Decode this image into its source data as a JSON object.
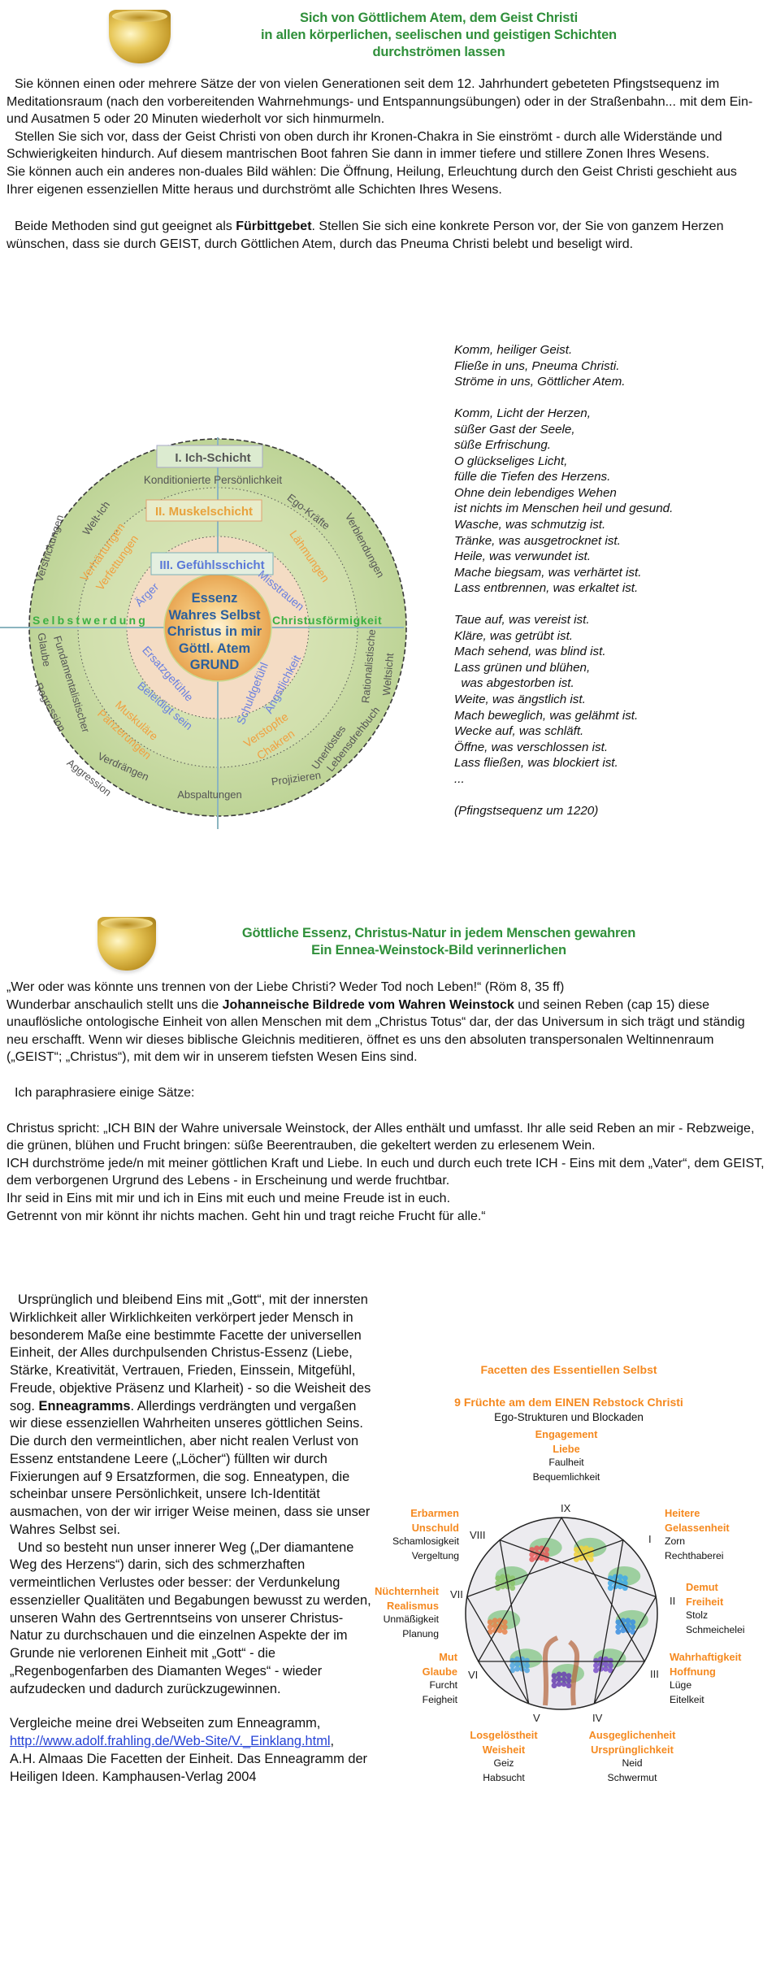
{
  "section1": {
    "title_lines": [
      "Sich von Göttlichem Atem, dem Geist Christi",
      "in allen körperlichen, seelischen und geistigen Schichten",
      "durchströmen lassen"
    ],
    "p1": "Sie können einen oder mehrere Sätze der von vielen Generationen seit dem 12. Jahrhundert gebeteten Pfingstsequenz im Meditationsraum (nach den vorbereitenden Wahrnehmungs- und Entspannungsübungen) oder in der Straßenbahn...  mit dem Ein- und Ausatmen 5 oder 20 Minuten wiederholt vor sich hinmurmeln.",
    "p2": "Stellen Sie sich vor, dass der Geist Christi von oben durch ihr Kronen-Chakra in Sie einströmt  - durch alle Widerstände und Schwierigkeiten hindurch. Auf diesem mantrischen Boot fahren Sie dann in immer tiefere und stillere Zonen Ihres Wesens.",
    "p3": "Sie können auch ein anderes non-duales Bild wählen: Die Öffnung, Heilung, Erleuchtung durch den Geist Christi geschieht aus Ihrer eigenen essenziellen Mitte heraus und durchströmt alle Schichten Ihres Wesens.",
    "p4": {
      "before": "Beide Methoden sind gut geeignet als ",
      "bold": "Fürbittgebet",
      "after": ". Stellen Sie sich eine konkrete Person vor, der Sie von ganzem Herzen wünschen, dass sie durch GEIST, durch Göttlichen Atem, durch das Pneuma Christi belebt und beseligt wird."
    }
  },
  "diagram": {
    "layer1": "I. Ich-Schicht",
    "layer1_sub": "Konditionierte Persönlichkeit",
    "layer2": "II. Muskelschicht",
    "layer3": "III. Gefühlsschicht",
    "core": [
      "Essenz",
      "Wahres Selbst",
      "Christus in mir",
      "Göttl. Atem",
      "GRUND"
    ],
    "axis_left": "Selbstwerdung",
    "axis_right": "Christusförmigkeit",
    "outer": [
      "Verstrickungen",
      "Welt-Ich",
      "Ego-Kräfte",
      "Verblendungen",
      "Glaube",
      "Fundamentalistischer",
      "Regression",
      "Aggression",
      "Verdrängen",
      "Abspaltungen",
      "Projizieren",
      "Unerlöstes",
      "Lebensdrehbuch",
      "Rationalistische",
      "Weltsicht"
    ],
    "muscle": [
      "Verhärtungen",
      "Verfettungen",
      "Lähmungen",
      "Muskuläre",
      "Panzerungen",
      "Verstopfte",
      "Chakren"
    ],
    "feeling": [
      "Ärger",
      "Misstrauen",
      "Ersatzgefühle",
      "Beleidigt sein",
      "Schuldgefühl",
      "Ängstlichkeit"
    ],
    "colors": {
      "green": "#3cb043",
      "orange": "#f0a040",
      "blue": "#6a80e0",
      "core": "#2a5f9e"
    }
  },
  "poem": {
    "lines": [
      "Komm, heiliger Geist.",
      "Fließe in uns, Pneuma Christi.",
      "Ströme in uns, Göttlicher Atem.",
      "",
      "Komm, Licht der Herzen,",
      "süßer Gast der Seele,",
      "süße Erfrischung.",
      "O glückseliges Licht,",
      "fülle die Tiefen des Herzens.",
      "Ohne dein lebendiges Wehen",
      "ist nichts im Menschen heil und gesund.",
      "Wasche, was schmutzig ist.",
      "Tränke, was ausgetrocknet ist.",
      "Heile, was verwundet ist.",
      "Mache biegsam, was verhärtet ist.",
      "Lass entbrennen, was erkaltet ist.",
      "",
      "Taue auf, was vereist ist.",
      "Kläre, was getrübt ist.",
      "Mach sehend, was blind ist.",
      "Lass grünen und blühen,",
      "  was abgestorben ist.",
      "Weite, was ängstlich ist.",
      "Mach beweglich, was gelähmt ist.",
      "Wecke auf, was schläft.",
      "Öffne, was verschlossen ist.",
      "Lass fließen, was blockiert ist.",
      "...",
      "",
      "(Pfingstsequenz um 1220)"
    ]
  },
  "section2": {
    "title_lines": [
      "Göttliche Essenz, Christus-Natur in jedem Menschen gewahren",
      "Ein Ennea-Weinstock-Bild verinnerlichen"
    ],
    "quote": "„Wer oder was könnte uns trennen von der Liebe Christi? Weder Tod noch Leben!“ (Röm 8, 35 ff)",
    "p1": {
      "before": "Wunderbar anschaulich stellt uns die ",
      "bold": "Johanneische Bildrede vom Wahren Weinstock",
      "after": " und seinen Reben (cap 15) diese unauflösliche ontologische Einheit von allen Menschen mit dem „Christus Totus“ dar, der das Universum in sich trägt und ständig neu erschafft. Wenn wir dieses biblische Gleichnis meditieren, öffnet es uns den absoluten transpersonalen Weltinnenraum („GEIST“; „Christus“), mit dem wir in unserem tiefsten Wesen Eins sind."
    },
    "intro": "Ich paraphrasiere einige Sätze:",
    "christ": [
      "Christus spricht: „ICH BIN der Wahre universale Weinstock, der Alles enthält und umfasst. Ihr alle seid Reben an mir - Rebzweige, die grünen, blühen und Frucht bringen: süße  Beerentrauben, die gekeltert werden zu erlesenem Wein.",
      "ICH durchströme jede/n mit meiner göttlichen Kraft und Liebe. In euch und durch euch trete ICH - Eins mit dem „Vater“, dem GEIST, dem verborgenen Urgrund des Lebens - in Erscheinung und werde fruchtbar.",
      "Ihr seid in Eins mit mir und ich in Eins mit euch und meine Freude ist in euch.",
      "Getrennt von mir könnt ihr nichts machen. Geht hin und tragt reiche Frucht für alle.“"
    ],
    "col_p1": {
      "before": "Ursprünglich und bleibend Eins mit „Gott“, mit der innersten Wirklichkeit aller Wirklichkeiten verkörpert jeder Mensch in besonderem Maße eine bestimmte Facette der universellen Einheit, der Alles durchpulsenden Christus-Essenz (Liebe, Stärke, Kreativität, Vertrauen, Frieden, Einssein, Mitgefühl, Freude, objektive Präsenz und Klarheit) - so die Weisheit des sog. ",
      "bold": "Enneagramms",
      "after": ". Allerdings verdrängten und vergaßen wir diese essenziellen Wahrheiten unseres göttlichen Seins. Die durch den vermeintlichen, aber nicht realen Verlust von Essenz entstandene Leere („Löcher“) füllten wir durch Fixierungen auf 9 Ersatzformen, die sog. Enneatypen, die scheinbar unsere Persönlichkeit, unsere Ich-Identität ausmachen, von der wir irriger Weise meinen, dass sie unser Wahres Selbst sei."
    },
    "col_p2": "Und so besteht nun unser innerer Weg („Der diamantene Weg des Herzens“) darin, sich des schmerzhaften vermeintlichen Verlustes oder besser: der Verdunkelung essenzieller Qualitäten und Begabungen bewusst zu werden, unseren Wahn des Gertrenntseins von unserer Christus-Natur zu durchschauen und die einzelnen Aspekte der im Grunde nie verlorenen Einheit mit „Gott“ - die „Regenbogenfarben des Diamanten Weges“ - wieder aufzudecken und dadurch zurückzugewinnen.",
    "compare": "Vergleiche meine drei Webseiten zum Enneagramm,",
    "link": "http://www.adolf.frahling.de/Web-Site/V._Einklang.html",
    "link_suffix": ",",
    "reference": "A.H. Almaas  Die Facetten der Einheit. Das Enneagramm der Heiligen Ideen. Kamphausen-Verlag 2004"
  },
  "enneagram": {
    "heading": "Facetten des Essentiellen Selbst",
    "subheading": "9 Früchte am dem EINEN Rebstock Christi",
    "subheading2": "Ego-Strukturen und Blockaden",
    "points": [
      {
        "numeral": "IX",
        "virtues": [
          "Engagement",
          "Liebe"
        ],
        "vices": [
          "Faulheit",
          "Bequemlichkeit"
        ]
      },
      {
        "numeral": "I",
        "virtues": [
          "Heitere",
          "Gelassenheit"
        ],
        "vices": [
          "Zorn",
          "Rechthaberei"
        ]
      },
      {
        "numeral": "II",
        "virtues": [
          "Demut",
          "Freiheit"
        ],
        "vices": [
          "Stolz",
          "Schmeichelei"
        ]
      },
      {
        "numeral": "III",
        "virtues": [
          "Wahrhaftigkeit",
          "Hoffnung"
        ],
        "vices": [
          "Lüge",
          "Eitelkeit"
        ]
      },
      {
        "numeral": "IV",
        "virtues": [
          "Ausgeglichenheit",
          "Ursprünglichkeit"
        ],
        "vices": [
          "Neid",
          "Schwermut"
        ]
      },
      {
        "numeral": "V",
        "virtues": [
          "Losgelöstheit",
          "Weisheit"
        ],
        "vices": [
          "Geiz",
          "Habsucht"
        ]
      },
      {
        "numeral": "VI",
        "virtues": [
          "Mut",
          "Glaube"
        ],
        "vices": [
          "Furcht",
          "Feigheit"
        ]
      },
      {
        "numeral": "VII",
        "virtues": [
          "Nüchternheit",
          "Realismus"
        ],
        "vices": [
          "Unmäßigkeit",
          "Planung"
        ]
      },
      {
        "numeral": "VIII",
        "virtues": [
          "Erbarmen",
          "Unschuld"
        ],
        "vices": [
          "Schamlosigkeit",
          "Vergeltung"
        ]
      }
    ],
    "colors": {
      "virtue": "#f5891f",
      "title": "#2f8f3a"
    }
  }
}
